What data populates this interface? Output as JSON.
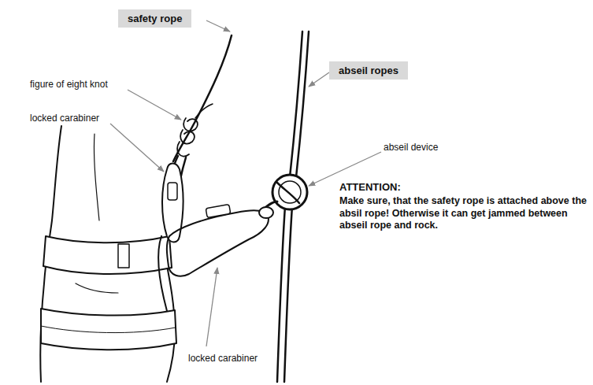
{
  "diagram": {
    "nodes": [
      {
        "text": [
          "safety rope"
        ]
      },
      {
        "text": [
          "abseil ropes"
        ]
      }
    ],
    "labels": [
      "figure of eight knot",
      "locked carabiner",
      "abseil device",
      "ATTENTION:",
      "Make sure, that the safety rope is attached above the absil rope! Otherwise it can get jammed between abseil rope and rock.",
      "locked carabiner"
    ]
  }
}
